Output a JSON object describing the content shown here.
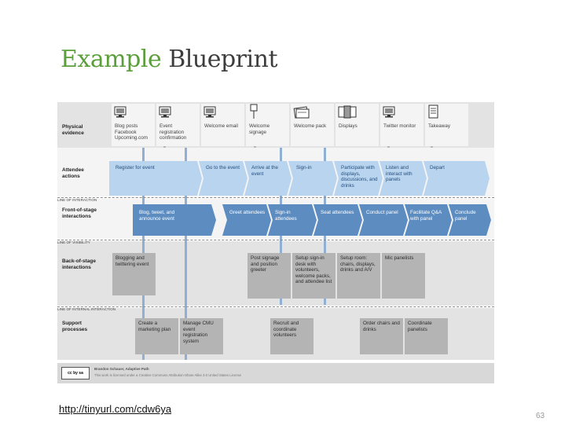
{
  "slide": {
    "title_accent": "Example",
    "title_rest": "Blueprint",
    "link": "http://tinyurl.com/cdw6ya",
    "page_number": "63"
  },
  "lanes": {
    "physical": "Physical evidence",
    "attendee": "Attendee actions",
    "front": "Front-of-stage interactions",
    "back": "Back-of-stage interactions",
    "support": "Support processes"
  },
  "lines": {
    "interaction": "LINE OF INTERACTION",
    "visibility": "LINE OF VISIBILITY",
    "internal": "LINE OF INTERNAL INTERACTION"
  },
  "evidence": [
    {
      "text": "Blog posts Facebook Upcoming.com",
      "icon": "computer-icon"
    },
    {
      "text": "Event registration confirmation",
      "icon": "computer-icon"
    },
    {
      "text": "Welcome email",
      "icon": "computer-icon"
    },
    {
      "text": "Welcome signage",
      "icon": "sign-icon"
    },
    {
      "text": "Welcome pack",
      "icon": "pack-icon"
    },
    {
      "text": "Displays",
      "icon": "display-icon"
    },
    {
      "text": "Twitter monitor",
      "icon": "computer-icon"
    },
    {
      "text": "Takeaway",
      "icon": "document-icon"
    }
  ],
  "attendee_actions": [
    "Register for event",
    "Go to the event",
    "Arrive at the event",
    "Sign-in",
    "Participate with displays, discussions, and drinks",
    "Listen and interact with panels",
    "Depart"
  ],
  "front_stage": [
    "Blog, tweet, and announce event",
    "Greet attendees",
    "Sign-in attendees",
    "Seat attendees",
    "Conduct panel",
    "Facilitate Q&A with panel",
    "Conclude panel"
  ],
  "back_stage": [
    "Blogging and twittering event",
    "Post signage and position greeter",
    "Setup sign-in desk with volunteers, welcome packs, and attendee list",
    "Setup room: chairs, displays, drinks and A/V",
    "Mic panelists"
  ],
  "support": [
    "Create a marketing plan",
    "Manage CMU event registration system",
    "Recruit and coordinate volunteers",
    "Order chairs and drinks",
    "Coordinate panelists"
  ],
  "footer": {
    "license_badge": "cc by sa",
    "author": "Brandon Schauer, Adaptive Path",
    "license_text": "This work is licensed under a Creative Commons Attribution-Share Alike 3.0 United States License"
  },
  "colors": {
    "accent_green": "#5a9f3a",
    "chevron_blue": "#b9d4ef",
    "front_blue": "#5d8cc0",
    "gray_box": "#b4b4b4"
  }
}
